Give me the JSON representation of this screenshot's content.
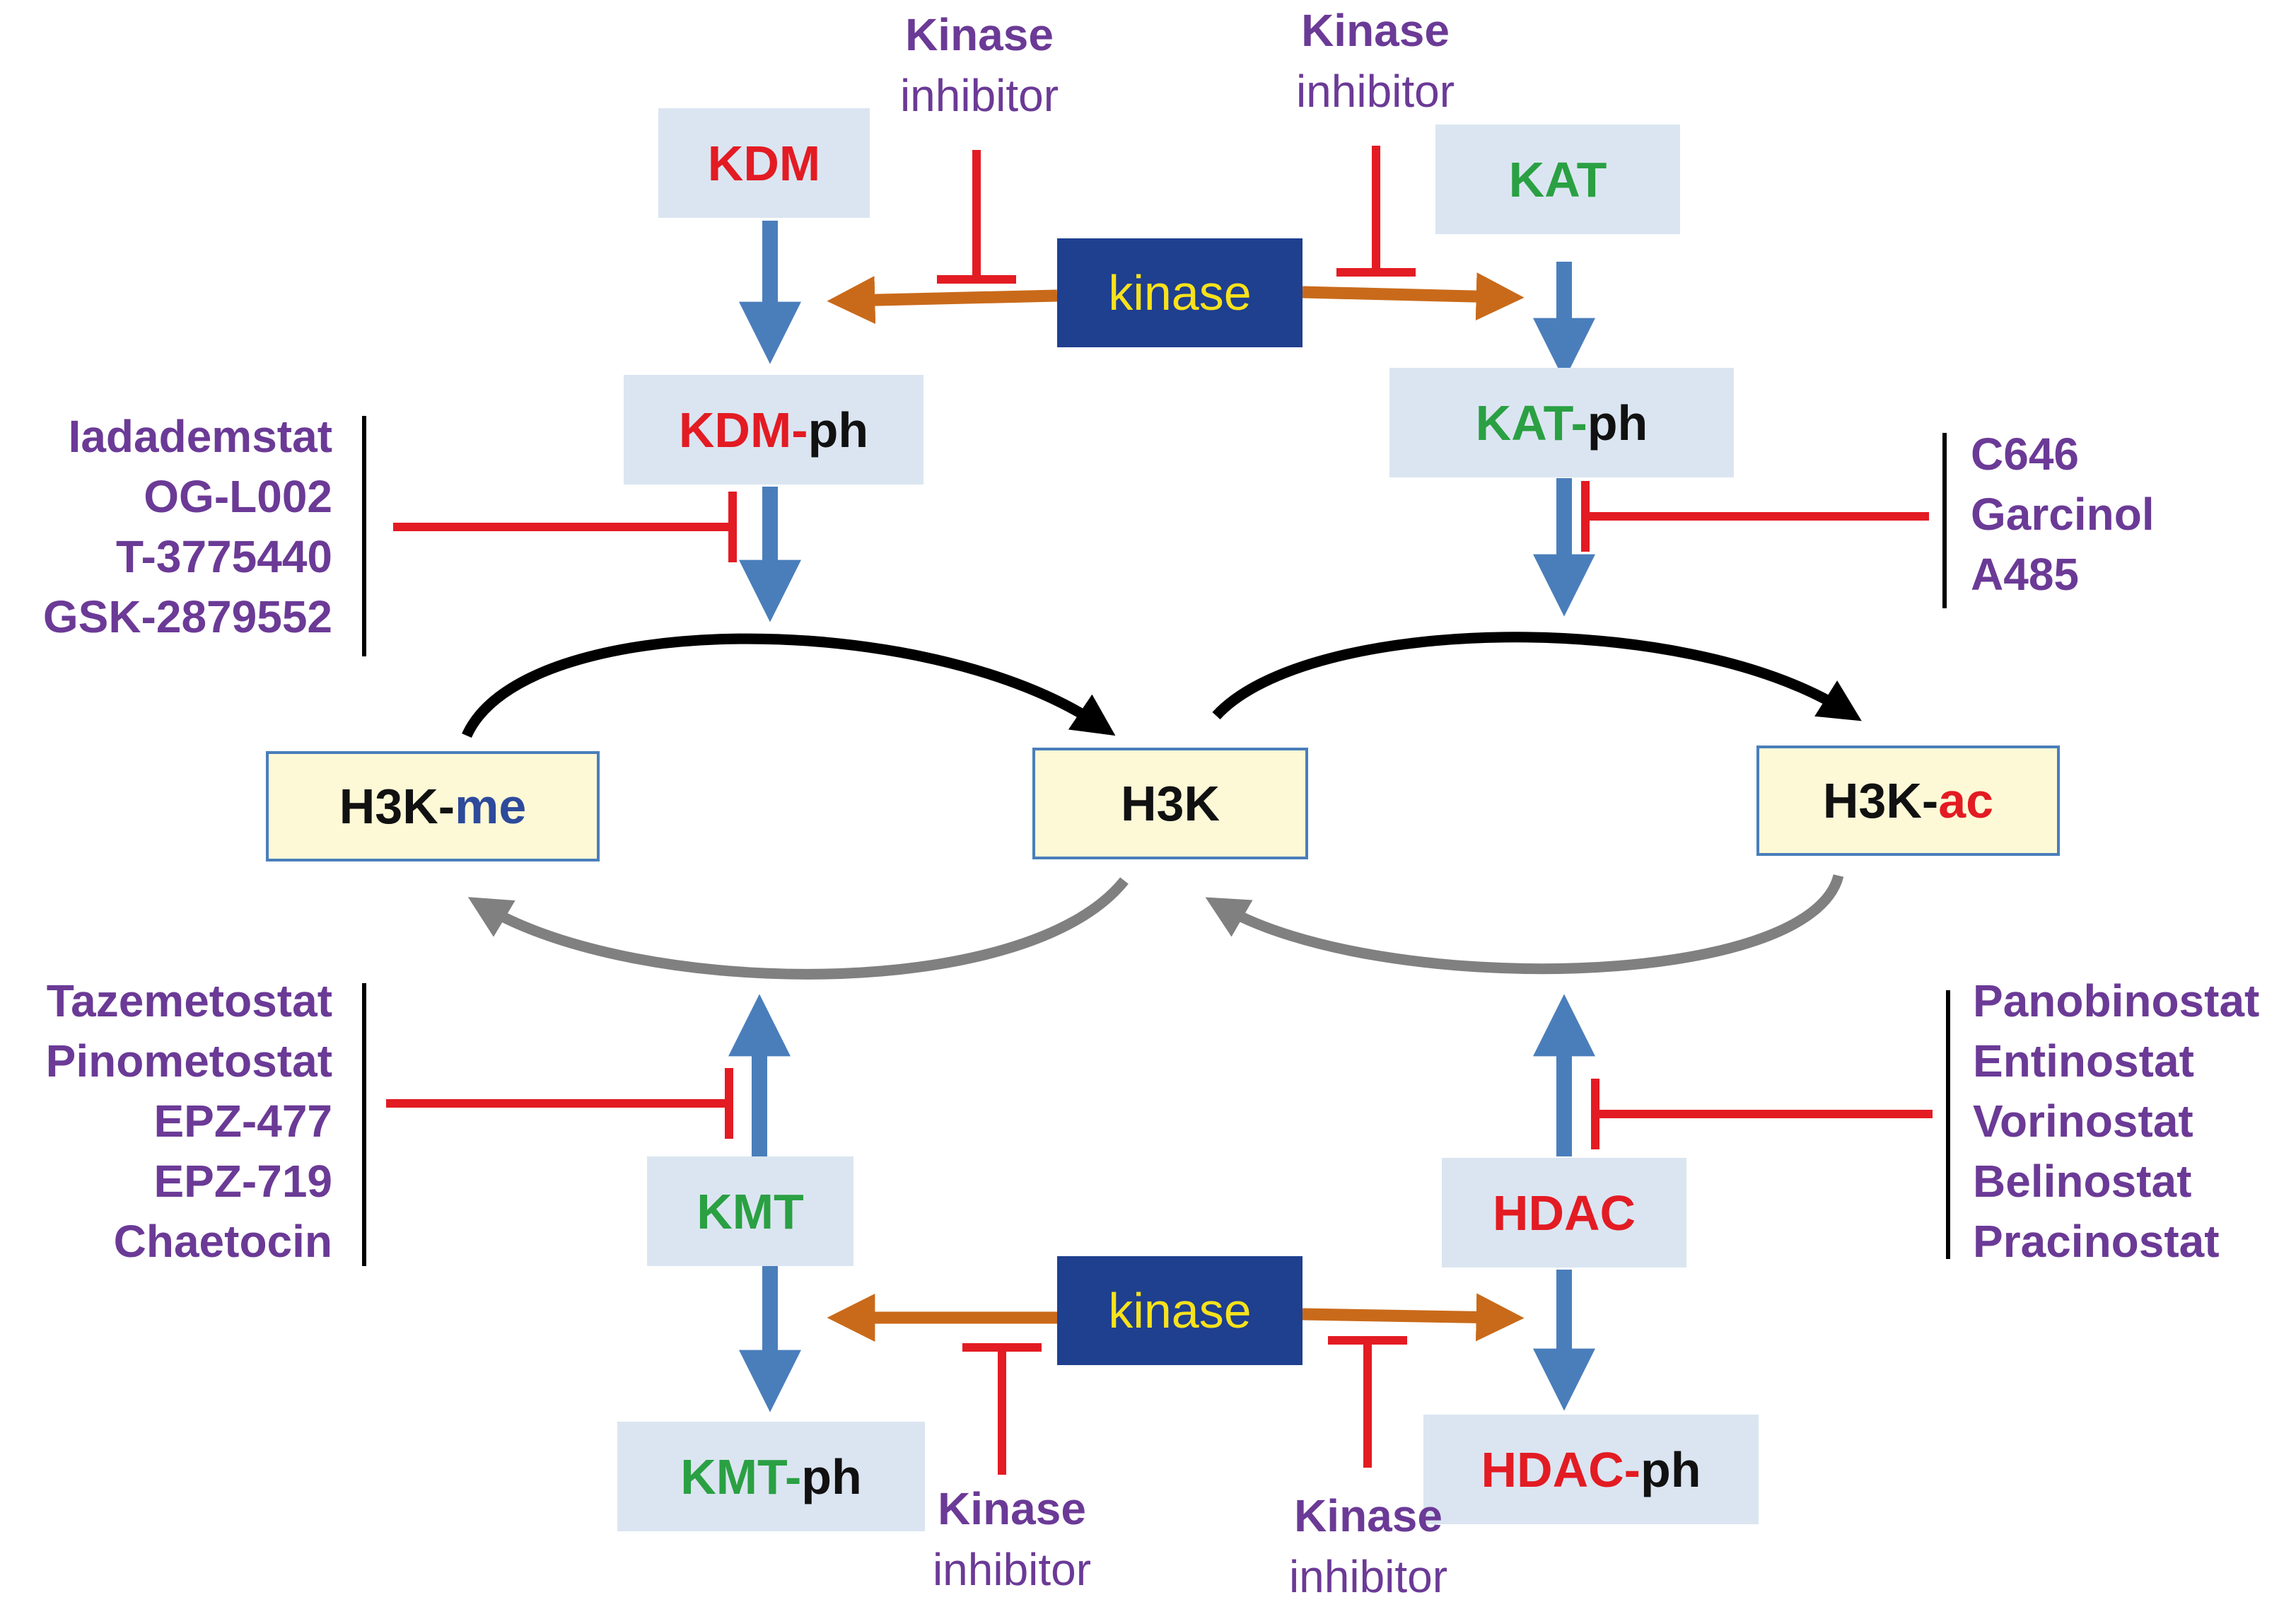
{
  "colors": {
    "red": "#e31b23",
    "green": "#2aa043",
    "dark": "#111111",
    "blue_me": "#2d4a9b",
    "enzyme_box": "#dbe5f1",
    "kinase_box": "#1f3f8f",
    "kinase_text": "#f7e21b",
    "histone_box": "#fdf9d6",
    "drug_purple": "#6b3a96",
    "blue_arrow": "#4a7ebb",
    "orange_arrow": "#c96a1a",
    "inhibit_red": "#e31b23",
    "cycle_black": "#000000",
    "cycle_gray": "#808080"
  },
  "nodes": {
    "kdm": "KDM",
    "kdm_ph_enzyme": "KDM-",
    "kdm_ph_suffix": "ph",
    "kat": "KAT",
    "kat_ph_enzyme": "KAT-",
    "kat_ph_suffix": "ph",
    "kinase_top": "kinase",
    "kinase_bottom": "kinase",
    "h3k_me_prefix": "H3K-",
    "h3k_me_mark": "me",
    "h3k": "H3K",
    "h3k_ac_prefix": "H3K-",
    "h3k_ac_mark": "ac",
    "kmt": "KMT",
    "kmt_ph_enzyme": "KMT-",
    "kmt_ph_suffix": "ph",
    "hdac": "HDAC",
    "hdac_ph_enzyme": "HDAC-",
    "hdac_ph_suffix": "ph"
  },
  "kinase_inhibitor_labels": [
    {
      "line1": "Kinase",
      "line2": "inhibitor"
    },
    {
      "line1": "Kinase",
      "line2": "inhibitor"
    },
    {
      "line1": "Kinase",
      "line2": "inhibitor"
    },
    {
      "line1": "Kinase",
      "line2": "inhibitor"
    }
  ],
  "drug_lists": {
    "kdm_inhibitors": [
      "Iadademstat",
      "OG-L002",
      "T-3775440",
      "GSK-2879552"
    ],
    "kat_inhibitors": [
      "C646",
      "Garcinol",
      "A485"
    ],
    "kmt_inhibitors": [
      "Tazemetostat",
      "Pinometostat",
      "EPZ-477",
      "EPZ-719",
      "Chaetocin"
    ],
    "hdac_inhibitors": [
      "Panobinostat",
      "Entinostat",
      "Vorinostat",
      "Belinostat",
      "Pracinostat"
    ]
  }
}
